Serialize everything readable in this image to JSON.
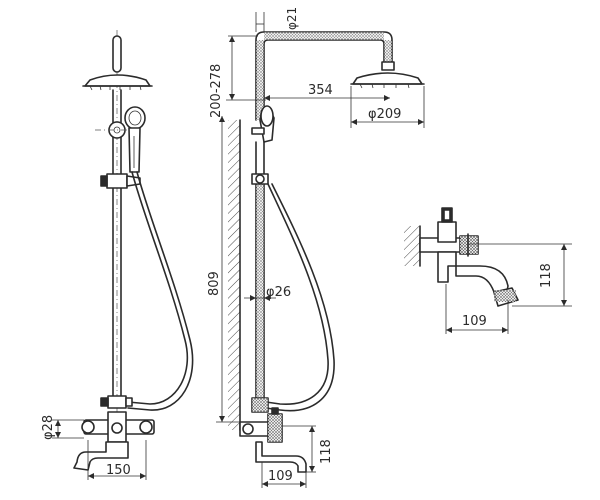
{
  "labels": {
    "top_pipe_dia": "φ21",
    "arm_height": "200-278",
    "arm_reach": "354",
    "head_dia": "φ209",
    "column_height": "809",
    "column_dia": "φ26",
    "inlet_dia": "φ28",
    "inlet_spacing": "150",
    "spout_reach_side": "109",
    "spout_height_side": "118",
    "detail_spout_height": "118",
    "detail_spout_reach": "109"
  }
}
